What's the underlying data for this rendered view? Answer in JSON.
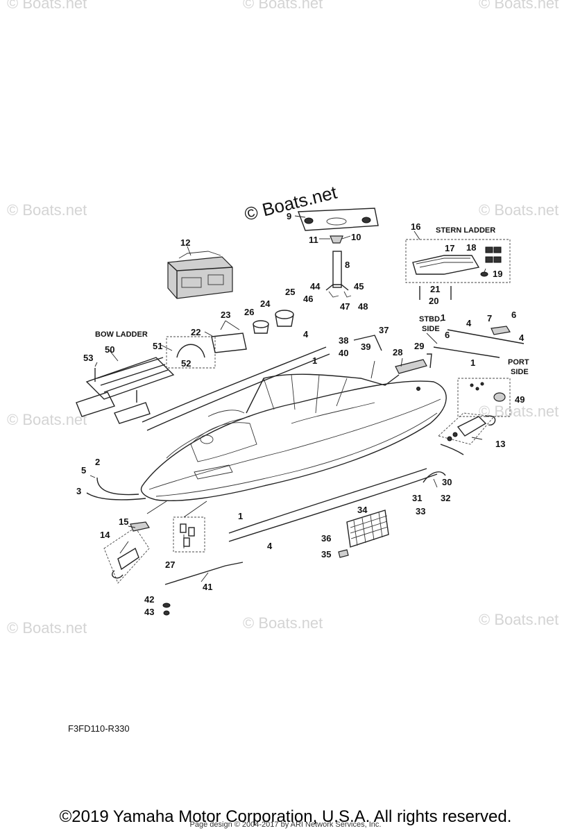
{
  "brand_label": "© Boats.net",
  "watermark_text": "© Boats.net",
  "diagram_code": "F3FD110-R330",
  "copyright": "©2019 Yamaha Motor Corporation, U.S.A. All rights reserved.",
  "page_design": "Page design © 2004-2017 by ARI Network Services, Inc.",
  "section_labels": {
    "stern_ladder": "STERN LADDER",
    "bow_ladder": "BOW LADDER",
    "stbd_side_1": "STBD.",
    "stbd_side_2": "SIDE",
    "port_side_1": "PORT",
    "port_side_2": "SIDE"
  },
  "callouts": {
    "c1a": "1",
    "c1b": "1",
    "c1c": "1",
    "c1d": "1",
    "c1e": "1",
    "c2": "2",
    "c3": "3",
    "c4a": "4",
    "c4b": "4",
    "c4c": "4",
    "c4d": "4",
    "c5": "5",
    "c6a": "6",
    "c6b": "6",
    "c7": "7",
    "c8": "8",
    "c9": "9",
    "c10": "10",
    "c11": "11",
    "c12": "12",
    "c13": "13",
    "c14": "14",
    "c15": "15",
    "c16": "16",
    "c17": "17",
    "c18": "18",
    "c19": "19",
    "c20": "20",
    "c21": "21",
    "c22": "22",
    "c23": "23",
    "c24": "24",
    "c25": "25",
    "c26": "26",
    "c27": "27",
    "c28": "28",
    "c29": "29",
    "c30": "30",
    "c31": "31",
    "c32": "32",
    "c33": "33",
    "c34": "34",
    "c35": "35",
    "c36": "36",
    "c37": "37",
    "c38": "38",
    "c39": "39",
    "c40": "40",
    "c41": "41",
    "c42": "42",
    "c43": "43",
    "c44": "44",
    "c45": "45",
    "c46": "46",
    "c47": "47",
    "c48": "48",
    "c49": "49",
    "c50": "50",
    "c51": "51",
    "c52": "52",
    "c53": "53"
  }
}
